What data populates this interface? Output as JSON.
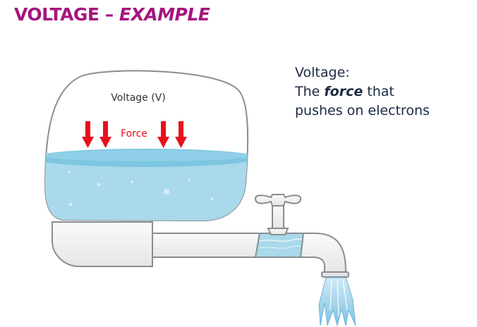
{
  "title": {
    "main": "VOLTAGE – ",
    "emphasis": "EXAMPLE"
  },
  "explanation": {
    "heading": "Voltage:",
    "line2_prefix": "The ",
    "line2_emphasis": "force",
    "line2_suffix": " that",
    "line3": "pushes on electrons"
  },
  "diagram": {
    "tank_label": "Voltage (V)",
    "force_label": "Force",
    "colors": {
      "title": "#a5157f",
      "arrow": "#e8101c",
      "water": "#a9d9ea",
      "water_surface": "#7cc6e0",
      "outline": "#8a8d90",
      "metal": "#eeeff0"
    }
  }
}
